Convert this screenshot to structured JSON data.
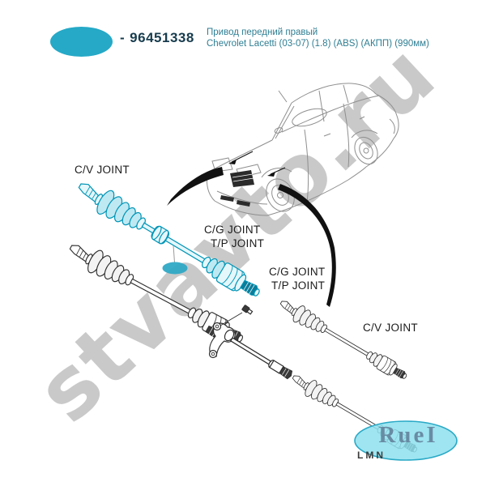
{
  "header": {
    "badge_color": "#25a9c7",
    "part_number_prefix": "-",
    "part_number": "96451338",
    "description_line1": "Привод передний правый",
    "description_line2": "Chevrolet Lacetti (03-07) (1.8) (ABS) (АКПП) (990мм)"
  },
  "labels": {
    "cv_left": "C/V JOINT",
    "cg_mid": "C/G JOINT",
    "tp_mid": "T/P JOINT",
    "cg_right": "C/G JOINT",
    "tp_right": "T/P JOINT",
    "cv_right": "C/V JOINT"
  },
  "watermark": {
    "text": "stvavto.ru",
    "color": "#c9c9c9"
  },
  "logo": {
    "brand": "RueI",
    "sub": "LMN",
    "ellipse_fill": "#8de1ee",
    "ellipse_stroke": "#2aa9c6"
  },
  "colors": {
    "accent_teal": "#25a9c7",
    "part_number_text": "#173c4e",
    "description_text": "#2e7e93",
    "highlight_stroke": "#0095b6",
    "highlight_fill": "#bfe9f2",
    "label_text": "#1b1b1b",
    "line_art": "#2e2e2e",
    "car_line": "#8f8f8f"
  }
}
